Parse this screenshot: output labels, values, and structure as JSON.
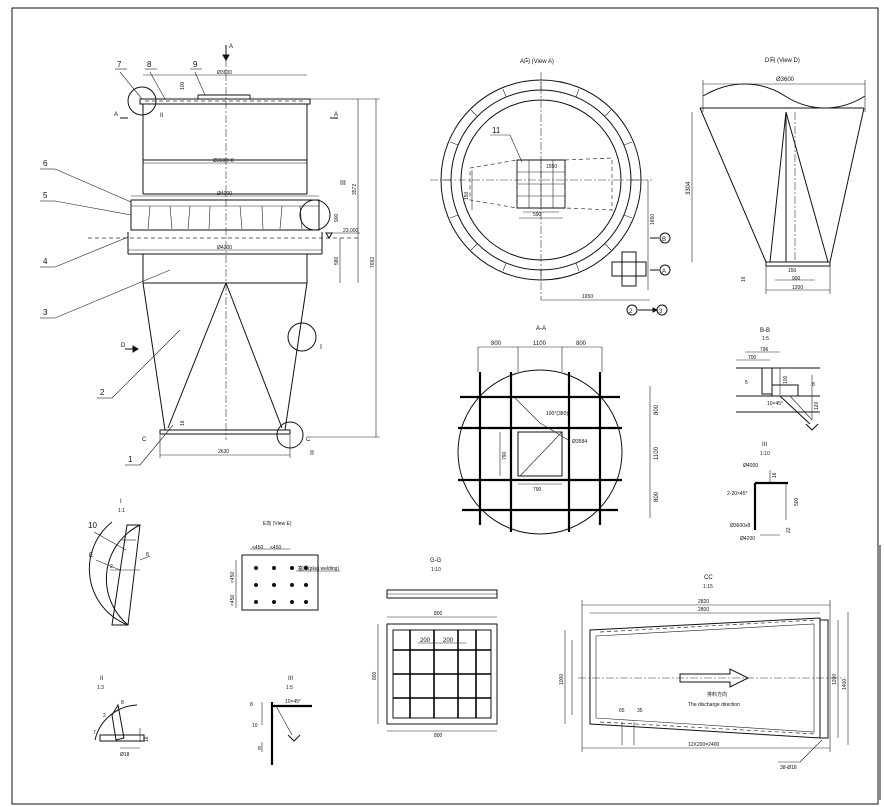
{
  "main_view": {
    "balloons": [
      "7",
      "8",
      "9",
      "6",
      "5",
      "4",
      "3",
      "2",
      "1",
      "10",
      "11"
    ],
    "section_marks": {
      "a": "A",
      "d": "D",
      "c": "C"
    },
    "callouts": {
      "one": "I",
      "two": "II",
      "three": "III"
    },
    "dims": {
      "top_dia": "Ø3600",
      "pipe": "100",
      "mid_dia": "Ø3600×8",
      "hopper_top": "Ø4000",
      "hopper_bot": "Ø4200",
      "elev": "23.000",
      "h1": "3572",
      "h2": "7692",
      "h3": "900",
      "h4": "580",
      "bottom_width": "2630",
      "bottom_h": "16"
    }
  },
  "view_a": {
    "title": "A向 (View A)",
    "dims": {
      "d150": "150",
      "d590": "590",
      "d1650a": "1650",
      "d1650b": "1650",
      "d1550": "1550"
    },
    "markers": [
      "B",
      "A",
      "2",
      "3"
    ]
  },
  "view_d": {
    "title": "D向 (View D)",
    "dims": {
      "top": "Ø3600",
      "height": "3304",
      "d150": "150",
      "d900": "900",
      "d1200": "1200",
      "d16": "16"
    }
  },
  "section_aa": {
    "title": "A-A",
    "dims": {
      "w1": "800",
      "w2": "1100",
      "w3": "800",
      "h1": "800",
      "h2": "1100",
      "h3": "800",
      "inner_h": "790",
      "inner_w": "790",
      "dia": "Ø3584",
      "angle": "100°(380)"
    }
  },
  "detail_b": {
    "title": "B-B",
    "scale": "1:5",
    "dims": {
      "d796": "796",
      "d700": "700",
      "d5": "5",
      "d100": "100",
      "d8": "8",
      "d120": "120",
      "weld": "10×45°"
    }
  },
  "detail_iii": {
    "title": "III",
    "scale": "1:10",
    "dims": {
      "d4000": "Ø4000",
      "d16": "16",
      "d500": "500",
      "weld": "2-20×45°",
      "d3600": "Ø3600x8",
      "d4200": "Ø4200",
      "d22": "22"
    }
  },
  "detail_i": {
    "title": "I",
    "scale": "1:1",
    "labels": [
      "E",
      "8",
      "2"
    ]
  },
  "view_e": {
    "title": "E向 (View E)",
    "dims": {
      "p1": "<450",
      "p2": "<450",
      "p3": "<450",
      "p4": "<450"
    },
    "note": "塞焊(plug welding)"
  },
  "detail_ii": {
    "title": "II",
    "scale": "1:3",
    "dims": {
      "d8": "8",
      "d2": "2",
      "d7": "7",
      "d18": "Ø18",
      "d16": "16"
    }
  },
  "detail_iii_small": {
    "title": "III",
    "scale": "1:5",
    "dims": {
      "d8": "8",
      "d10": "10",
      "d8b": "8",
      "weld": "10×45°"
    }
  },
  "section_gg": {
    "title": "G-G",
    "scale": "1:10",
    "dims": {
      "top": "800",
      "c1": "200",
      "c2": "200",
      "bottom": "800",
      "side": "800"
    }
  },
  "section_cc": {
    "title": "CC",
    "scale": "1:15",
    "dims": {
      "top1": "2820",
      "top2": "2800",
      "d65": "65",
      "d35": "35",
      "bottom": "12X200=2400",
      "holes": "38-Ø18",
      "left": "1000",
      "right1": "1200",
      "right2": "1400"
    },
    "flow_label": "排料方向",
    "flow_note": "The discharge direction"
  }
}
